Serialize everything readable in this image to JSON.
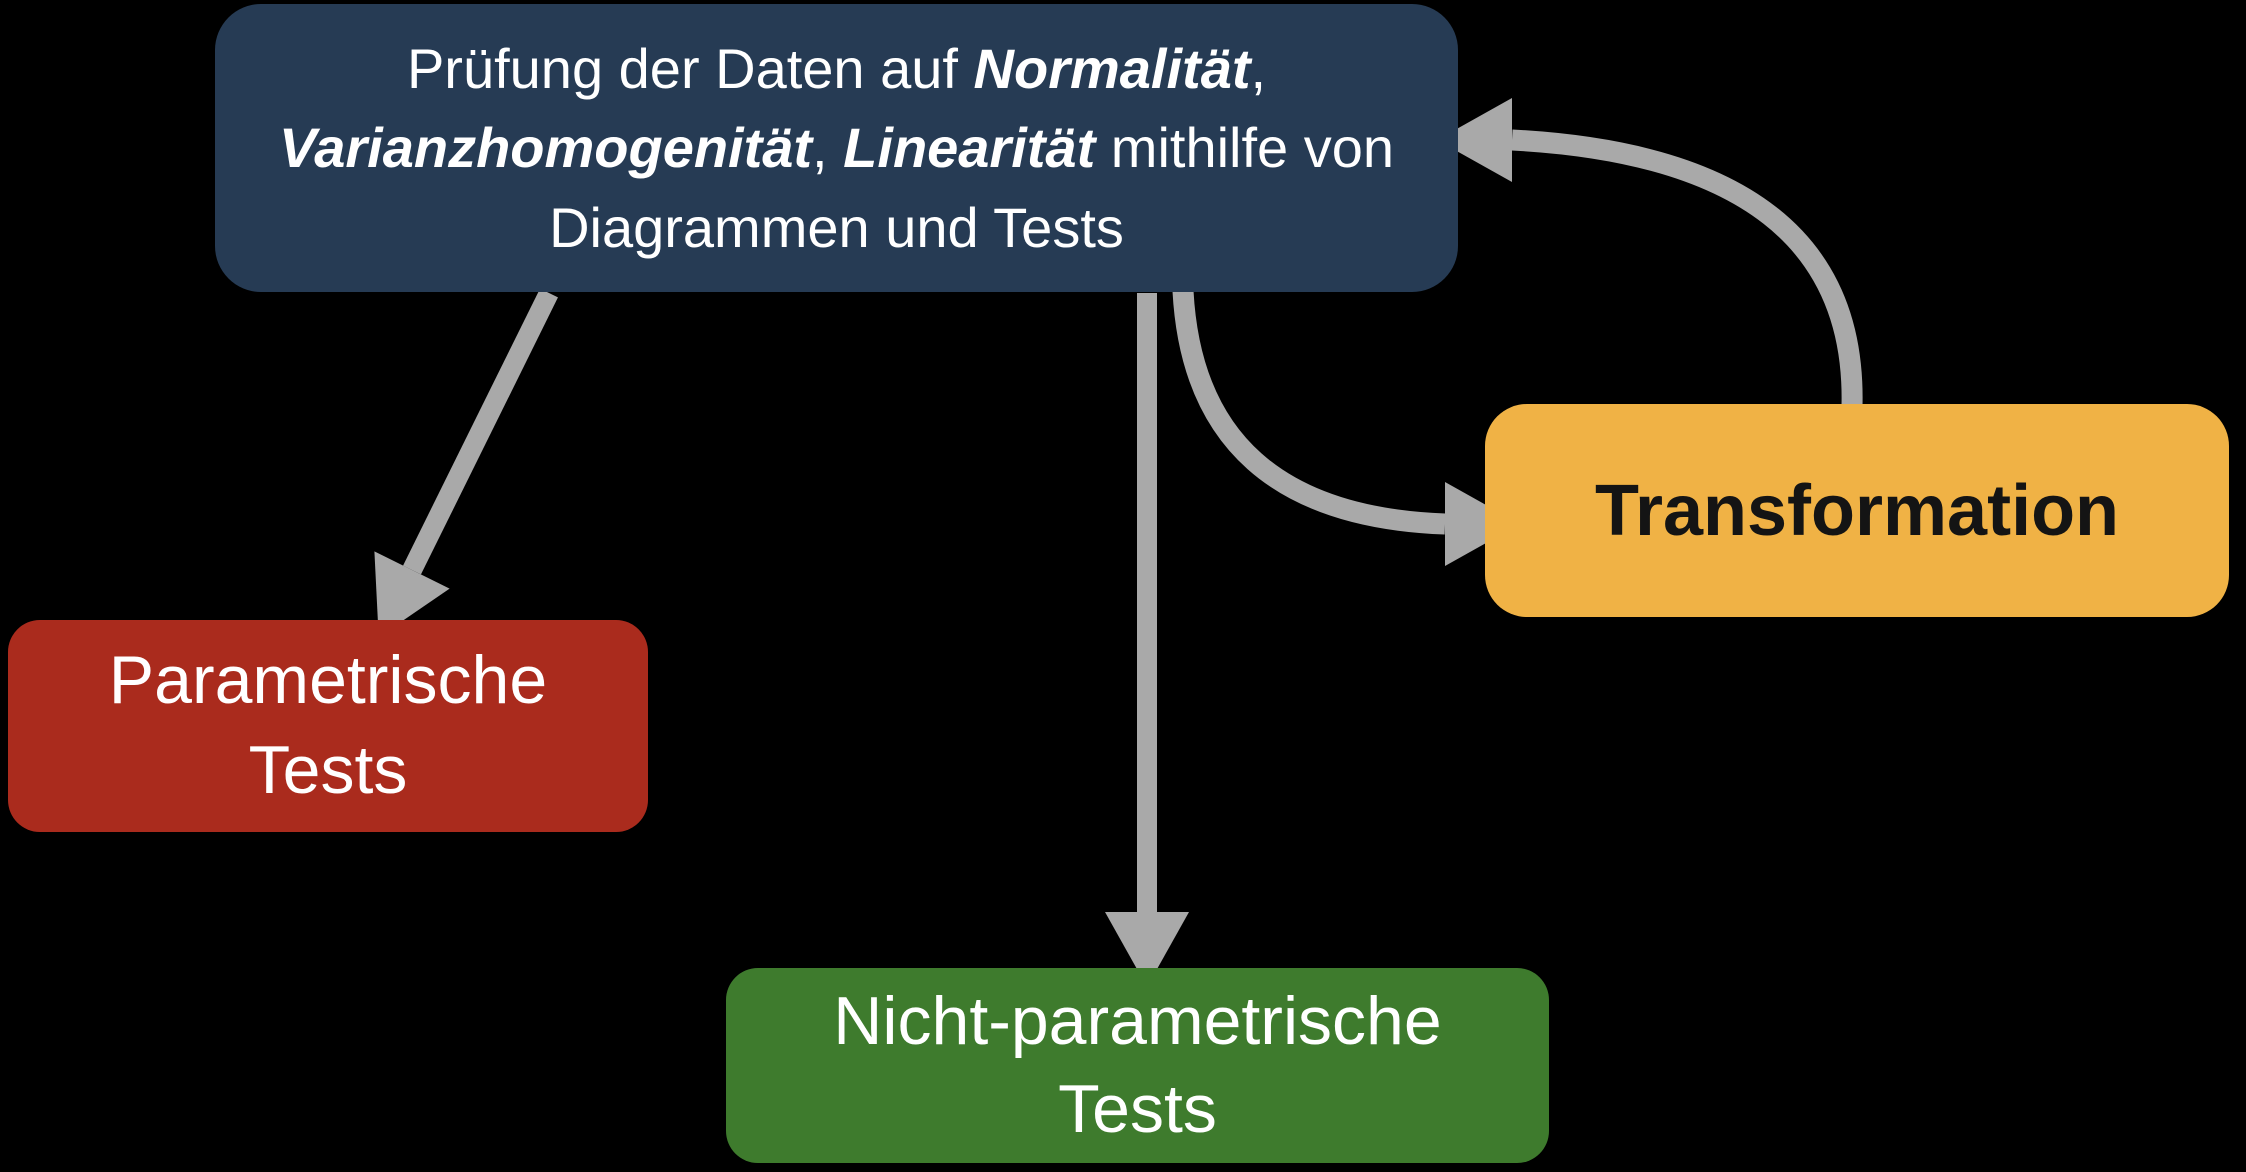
{
  "colors": {
    "background": "#000000",
    "check_box": "#263b54",
    "parametric_box": "#aa2b1d",
    "nonparametric_box": "#3e7b2d",
    "transformation_box": "#f0b245",
    "arrow": "#a9a9a9",
    "light_text": "#ffffff",
    "dark_text": "#141414"
  },
  "nodes": {
    "check": {
      "lines": [
        {
          "segments": [
            {
              "t": "Prüfung der Daten auf ",
              "em": false
            },
            {
              "t": "Normalität",
              "em": true
            },
            {
              "t": ",",
              "em": false
            }
          ]
        },
        {
          "segments": [
            {
              "t": "Varianzhomogenität",
              "em": true
            },
            {
              "t": ", ",
              "em": false
            },
            {
              "t": "Linearität",
              "em": true
            },
            {
              "t": " mithilfe von",
              "em": false
            }
          ]
        },
        {
          "segments": [
            {
              "t": "Diagrammen und Tests",
              "em": false
            }
          ]
        }
      ]
    },
    "parametric": {
      "label": "Parametrische Tests"
    },
    "nonparametric": {
      "label": "Nicht-parametrische Tests"
    },
    "transformation": {
      "label": "Transformation"
    }
  },
  "arrows": [
    {
      "name": "check-to-parametric",
      "from": "check",
      "to": "parametric",
      "style": "straight"
    },
    {
      "name": "check-to-nonparametric",
      "from": "check",
      "to": "nonparametric",
      "style": "straight"
    },
    {
      "name": "check-to-transformation",
      "from": "check",
      "to": "transformation",
      "style": "curved"
    },
    {
      "name": "transformation-to-check",
      "from": "transformation",
      "to": "check",
      "style": "curved"
    }
  ]
}
